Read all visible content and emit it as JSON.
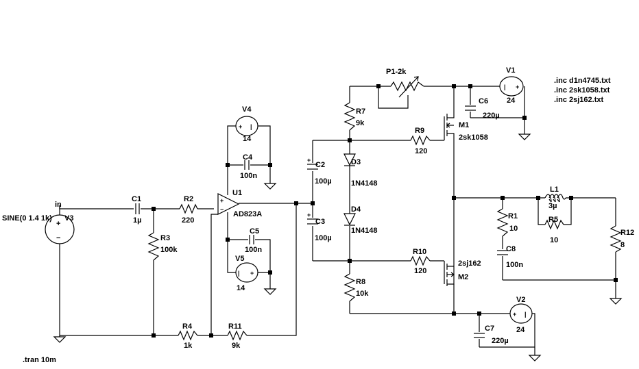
{
  "labels": {
    "inc1": ".inc d1n4745.txt",
    "inc2": ".inc 2sk1058.txt",
    "inc3": ".inc 2sj162.txt",
    "tran": ".tran 10m",
    "net_in": "in"
  },
  "components": {
    "V3": {
      "name": "V3",
      "value": "SINE(0 1.4 1k)"
    },
    "C1": {
      "name": "C1",
      "value": "1µ"
    },
    "R2": {
      "name": "R2",
      "value": "220"
    },
    "R3": {
      "name": "R3",
      "value": "100k"
    },
    "U1": {
      "name": "U1",
      "value": "AD823A"
    },
    "V4": {
      "name": "V4",
      "value": "14"
    },
    "C4": {
      "name": "C4",
      "value": "100n"
    },
    "C5": {
      "name": "C5",
      "value": "100n"
    },
    "V5": {
      "name": "V5",
      "value": "14"
    },
    "R4": {
      "name": "R4",
      "value": "1k"
    },
    "R11": {
      "name": "R11",
      "value": "9k"
    },
    "C2": {
      "name": "C2",
      "value": "100µ"
    },
    "C3": {
      "name": "C3",
      "value": "100µ"
    },
    "P1": {
      "name": "P1-2k",
      "value": ""
    },
    "R7": {
      "name": "R7",
      "value": "9k"
    },
    "D3": {
      "name": "D3",
      "value": "1N4148"
    },
    "D4": {
      "name": "D4",
      "value": "1N4148"
    },
    "R8": {
      "name": "R8",
      "value": "10k"
    },
    "R9": {
      "name": "R9",
      "value": "120"
    },
    "R10": {
      "name": "R10",
      "value": "120"
    },
    "M1": {
      "name": "M1",
      "value": "2sk1058"
    },
    "M2": {
      "name": "M2",
      "value": "2sj162"
    },
    "V1": {
      "name": "V1",
      "value": "24"
    },
    "C6": {
      "name": "C6",
      "value": "220µ"
    },
    "V2": {
      "name": "V2",
      "value": "24"
    },
    "C7": {
      "name": "C7",
      "value": "220µ"
    },
    "L1": {
      "name": "L1",
      "value": "3µ"
    },
    "R5": {
      "name": "R5",
      "value": "10"
    },
    "R1": {
      "name": "R1",
      "value": "10"
    },
    "C8": {
      "name": "C8",
      "value": "100n"
    },
    "R12": {
      "name": "R12",
      "value": "8"
    }
  },
  "symbols": {
    "plus": "+",
    "minus": "−",
    "plus_small": "+"
  }
}
